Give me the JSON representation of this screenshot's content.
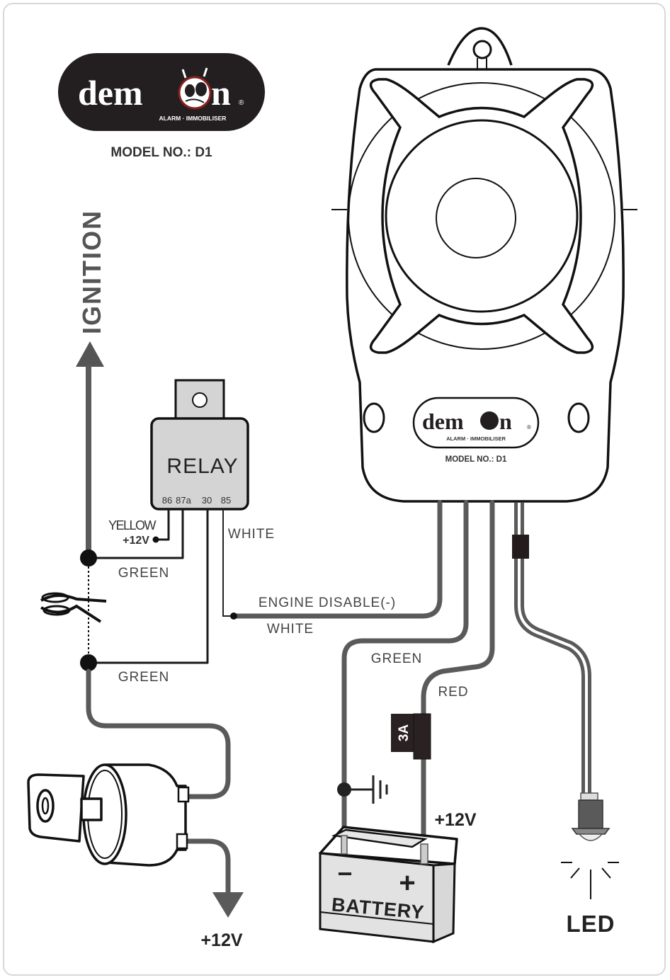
{
  "brand": {
    "name_left": "dem",
    "name_right": "n",
    "registered_mark": "®",
    "tagline": "ALARM  ·  IMMOBILISER",
    "model": "MODEL NO.: D1"
  },
  "unit": {
    "brand_name_left": "dem",
    "brand_name_right": "n",
    "registered_mark": "®",
    "tagline": "ALARM  ·  IMMOBILISER",
    "model": "MODEL NO.: D1"
  },
  "ignition": {
    "label": "IGNITION"
  },
  "relay": {
    "title": "RELAY",
    "pins": [
      "86",
      "87a",
      "30",
      "85"
    ]
  },
  "wires": {
    "yellow": "YELLOW",
    "yellow_voltage": "+12V",
    "green_upper": "GREEN",
    "green_lower": "GREEN",
    "white_relay": "WHITE",
    "engine_disable": "ENGINE DISABLE(-)",
    "white_lower": "WHITE",
    "green_ground": "GREEN",
    "red": "RED"
  },
  "fuse": {
    "rating": "3A"
  },
  "battery": {
    "label": "BATTERY",
    "minus": "−",
    "plus": "+",
    "voltage": "+12V"
  },
  "ignition_switch": {
    "output_voltage": "+12V"
  },
  "led": {
    "label": "LED"
  },
  "colors": {
    "wire_gray": "#5a5a5a",
    "outline": "#111111",
    "relay_fill": "#d4d4d4",
    "fuse_fill": "#2a2222",
    "logo_bg": "#231f20",
    "text": "#333333"
  }
}
